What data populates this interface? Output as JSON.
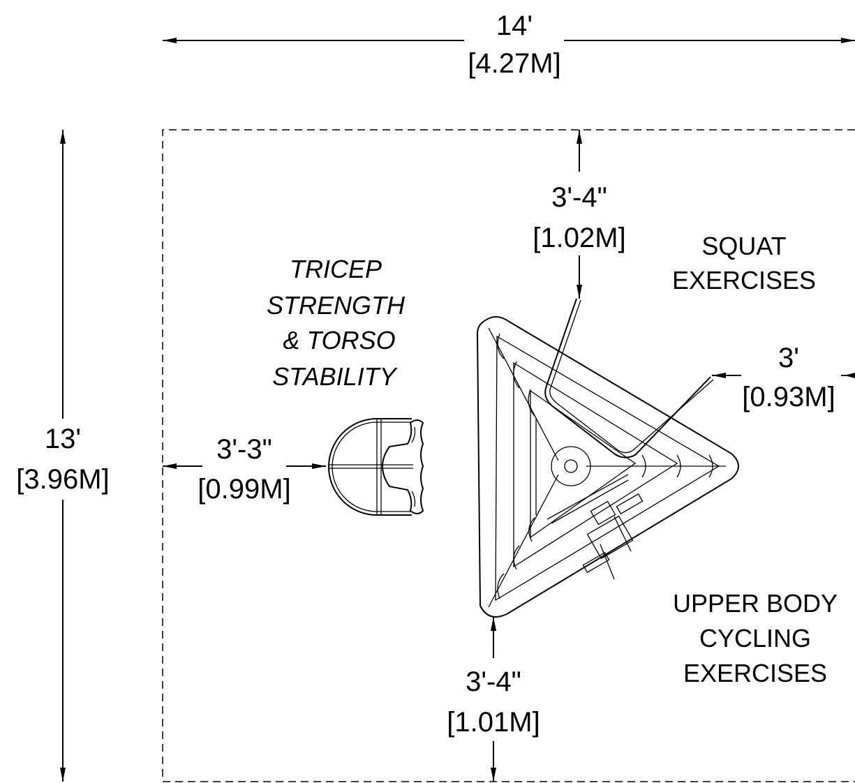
{
  "dimensions": {
    "width_ft": "14'",
    "width_m": "[4.27M]",
    "height_ft": "13'",
    "height_m": "[3.96M]",
    "top_clear_ft": "3'-4\"",
    "top_clear_m": "[1.02M]",
    "right_clear_ft": "3'",
    "right_clear_m": "[0.93M]",
    "left_clear_ft": "3'-3\"",
    "left_clear_m": "[0.99M]",
    "bottom_clear_ft": "3'-4\"",
    "bottom_clear_m": "[1.01M]"
  },
  "zones": {
    "squat": [
      "SQUAT",
      "EXERCISES"
    ],
    "tricep": [
      "TRICEP",
      "STRENGTH",
      " & TORSO",
      "STABILITY"
    ],
    "upper_body": [
      "UPPER BODY",
      "CYCLING",
      "EXERCISES"
    ]
  }
}
